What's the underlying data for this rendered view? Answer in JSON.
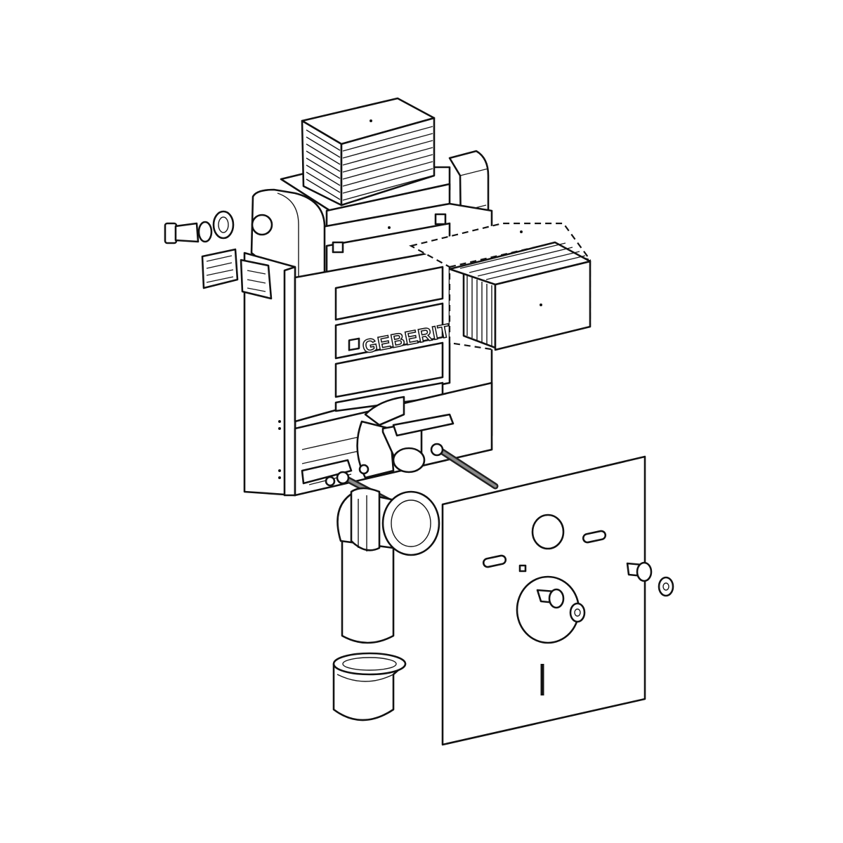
{
  "diagram": {
    "type": "exploded technical line drawing",
    "components": [
      "cistern-top-box",
      "concealed-cistern-frame",
      "service-box-dashed",
      "front-panel",
      "flush-bend-pipe",
      "pipe-connector-cap",
      "insulation-plate",
      "fixing-bolts",
      "threaded-rods",
      "side-fitting",
      "mounting-brackets"
    ],
    "logo_text": "GEBERIT",
    "line_color": "#111111",
    "background": "#ffffff"
  }
}
